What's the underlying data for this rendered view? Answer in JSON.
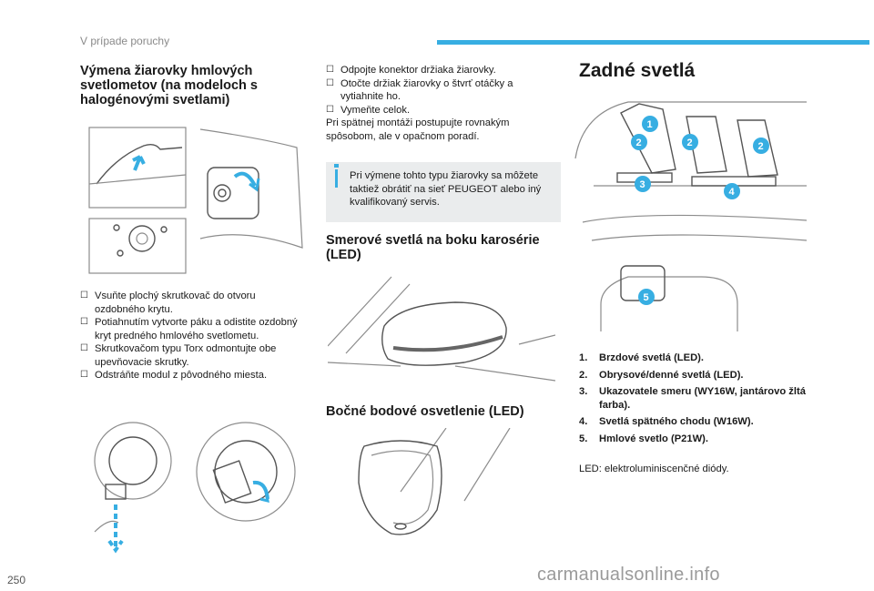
{
  "header": {
    "section_title": "V prípade poruchy",
    "accent": "#37aee2"
  },
  "page_number": "250",
  "watermark": "carmanualsonline.info",
  "fog": {
    "heading": "Výmena žiarovky hmlových svetlometov (na modeloch s halogénovými svetlami)",
    "steps": [
      "Vsuňte plochý skrutkovač do otvoru ozdobného krytu.",
      "Potiahnutím vytvorte páku a odistite ozdobný kryt predného hmlového svetlometu.",
      "Skrutkovačom typu Torx odmontujte obe upevňovacie skrutky.",
      "Odstráňte modul z pôvodného miesta."
    ]
  },
  "middle": {
    "steps": [
      "Odpojte konektor držiaka žiarovky.",
      "Otočte držiak žiarovky o štvrť otáčky a vytiahnite ho.",
      "Vymeňte celok."
    ],
    "reinstall": "Pri spätnej montáži postupujte rovnakým spôsobom, ale v opačnom poradí.",
    "note": "Pri výmene tohto typu žiarovky sa môžete taktiež obrátiť na sieť PEUGEOT alebo iný kvalifikovaný servis.",
    "side_indicators_heading": "Smerové svetlá na boku karosérie (LED)",
    "spot_heading": "Bočné bodové osvetlenie (LED)"
  },
  "rear": {
    "heading": "Zadné svetlá",
    "items": [
      {
        "num": "1.",
        "text": "Brzdové svetlá (LED)."
      },
      {
        "num": "2.",
        "text": "Obrysové/denné svetlá (LED)."
      },
      {
        "num": "3.",
        "text": "Ukazovatele smeru (WY16W, jantárovo žltá farba)."
      },
      {
        "num": "4.",
        "text": "Svetlá spätného chodu (W16W)."
      },
      {
        "num": "5.",
        "text": "Hmlové svetlo (P21W)."
      }
    ],
    "badges": [
      "1",
      "2",
      "2",
      "2",
      "3",
      "4",
      "5"
    ],
    "footnote": "LED: elektroluminiscenčné diódy."
  }
}
